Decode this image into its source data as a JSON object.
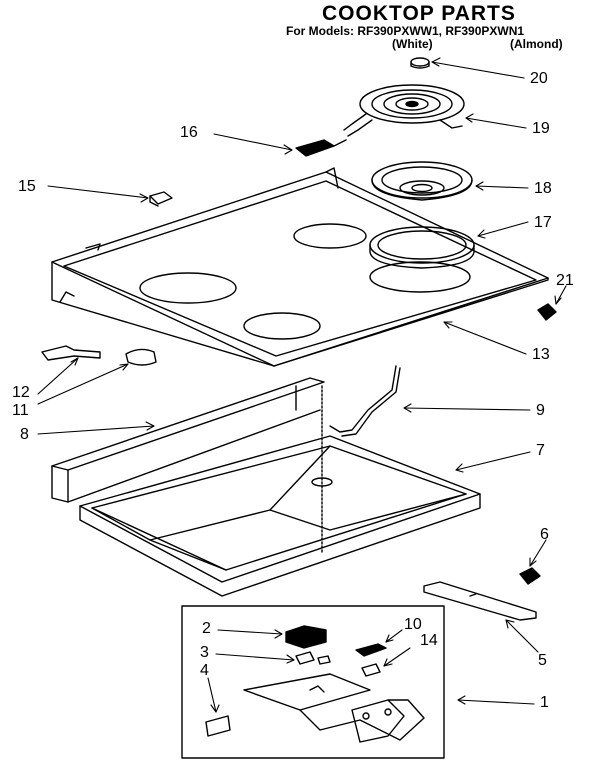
{
  "header": {
    "title": "COOKTOP PARTS",
    "models_line": "For Models: RF390PXWW1, RF390PXWN1",
    "variant_white": "(White)",
    "variant_almond": "(Almond)"
  },
  "callouts": {
    "c1": "1",
    "c2": "2",
    "c3": "3",
    "c4": "4",
    "c5": "5",
    "c6": "6",
    "c7": "7",
    "c8": "8",
    "c9": "9",
    "c10": "10",
    "c11": "11",
    "c12": "12",
    "c13": "13",
    "c14": "14",
    "c15": "15",
    "c16": "16",
    "c17": "17",
    "c18": "18",
    "c19": "19",
    "c20": "20",
    "c21": "21"
  }
}
